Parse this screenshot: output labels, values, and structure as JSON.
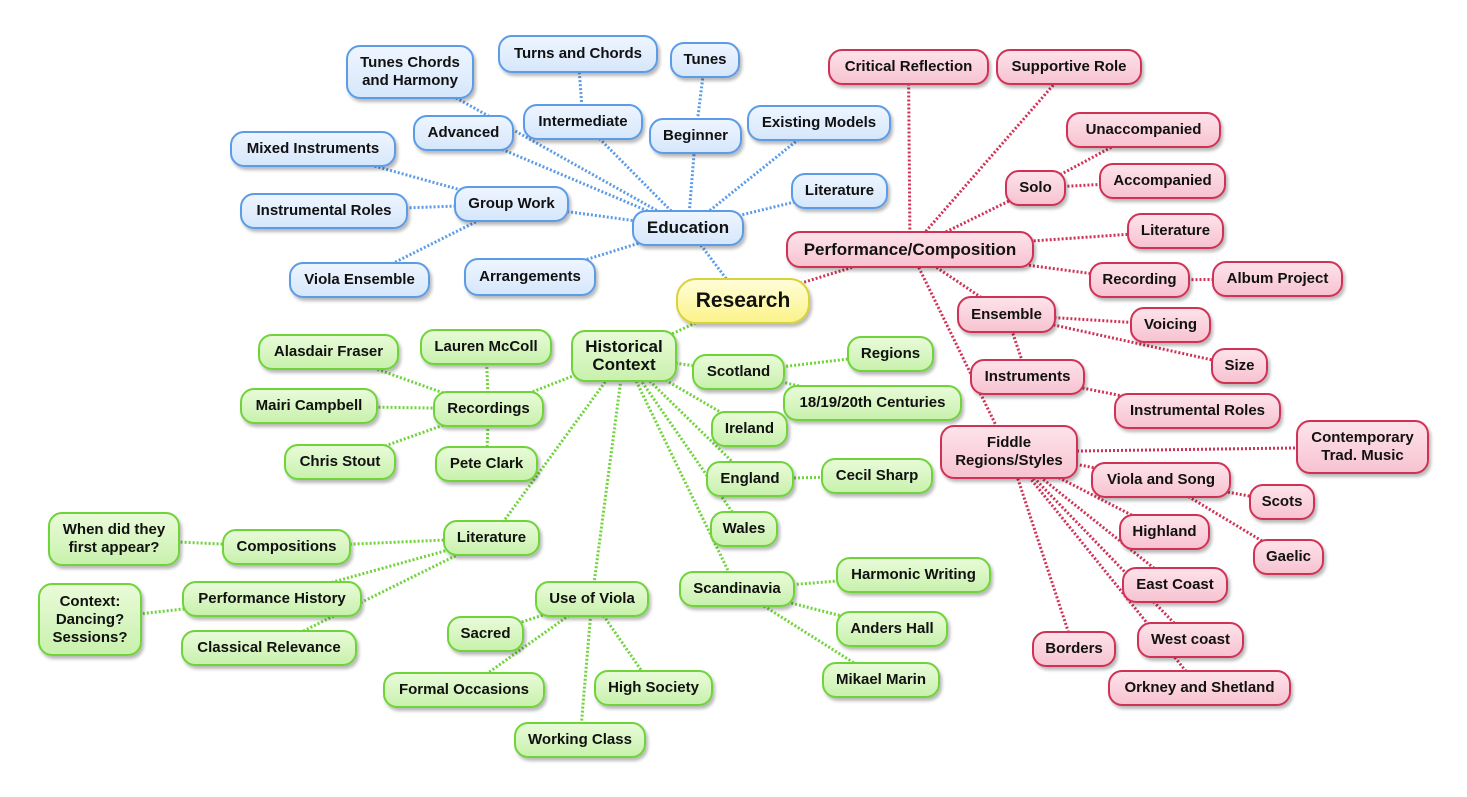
{
  "colors": {
    "education": "#5b9be8",
    "performance": "#d03256",
    "historical": "#6fd43a",
    "root": "#d9d23a"
  },
  "nodes": {
    "research": "Research",
    "education": "Education",
    "tunes_chords_harmony": "Tunes Chords\nand Harmony",
    "turns_and_chords": "Turns and Chords",
    "tunes": "Tunes",
    "advanced": "Advanced",
    "intermediate": "Intermediate",
    "beginner": "Beginner",
    "existing_models": "Existing Models",
    "mixed_instruments": "Mixed Instruments",
    "group_work": "Group Work",
    "edu_literature": "Literature",
    "instrumental_roles_edu": "Instrumental Roles",
    "viola_ensemble": "Viola Ensemble",
    "arrangements": "Arrangements",
    "critical_reflection": "Critical Reflection",
    "supportive_role": "Supportive Role",
    "unaccompanied": "Unaccompanied",
    "solo": "Solo",
    "accompanied": "Accompanied",
    "performance_composition": "Performance/Composition",
    "perf_literature": "Literature",
    "recording": "Recording",
    "album_project": "Album Project",
    "ensemble": "Ensemble",
    "voicing": "Voicing",
    "size": "Size",
    "instruments": "Instruments",
    "instrumental_roles_perf": "Instrumental Roles",
    "fiddle_regions": "Fiddle\nRegions/Styles",
    "contemporary_trad": "Contemporary\nTrad. Music",
    "viola_and_song": "Viola and Song",
    "scots": "Scots",
    "highland": "Highland",
    "gaelic": "Gaelic",
    "east_coast": "East Coast",
    "west_coast": "West coast",
    "borders": "Borders",
    "orkney_shetland": "Orkney and Shetland",
    "historical_context": "Historical\nContext",
    "alasdair_fraser": "Alasdair Fraser",
    "lauren_mccoll": "Lauren McColl",
    "mairi_campbell": "Mairi Campbell",
    "recordings": "Recordings",
    "chris_stout": "Chris Stout",
    "pete_clark": "Pete Clark",
    "scotland": "Scotland",
    "regions": "Regions",
    "centuries": "18/19/20th Centuries",
    "ireland": "Ireland",
    "england": "England",
    "cecil_sharp": "Cecil Sharp",
    "wales": "Wales",
    "when_first_appear": "When did they\nfirst appear?",
    "compositions": "Compositions",
    "hist_literature": "Literature",
    "context_dancing": "Context:\nDancing?\nSessions?",
    "performance_history": "Performance History",
    "classical_relevance": "Classical Relevance",
    "use_of_viola": "Use of Viola",
    "sacred": "Sacred",
    "formal_occasions": "Formal Occasions",
    "high_society": "High Society",
    "working_class": "Working Class",
    "scandinavia": "Scandinavia",
    "harmonic_writing": "Harmonic Writing",
    "anders_hall": "Anders Hall",
    "mikael_marin": "Mikael Marin"
  }
}
